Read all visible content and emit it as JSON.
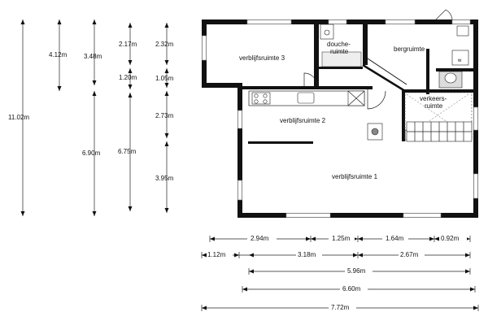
{
  "rooms": {
    "verblijfsruimte_3": "verblijfsruimte 3",
    "douche_line1": "douche-",
    "douche_line2": "ruimte",
    "bergruimte": "bergruimte",
    "verblijfsruimte_2": "verblijfsruimte 2",
    "verkeers_line1": "verkeers-",
    "verkeers_line2": "ruimte",
    "verblijfsruimte_1": "verblijfsruimte 1",
    "appliance_w": "w"
  },
  "vertical_dims": {
    "total": "11.02m",
    "col1_top": "4.12m",
    "col2_top": "3.48m",
    "col2_bottom": "6.90m",
    "col3_a": "2.17m",
    "col3_b": "1.20m",
    "col3_c": "6.75m",
    "col4_a": "2.32m",
    "col4_b": "1.05m",
    "col4_c": "2.73m",
    "col4_d": "3.95m"
  },
  "horizontal_dims": {
    "row1_a": "2.94m",
    "row1_b": "1.25m",
    "row1_c": "1.64m",
    "row1_d": "0.92m",
    "row2_a": "1.12m",
    "row2_b": "3.18m",
    "row2_c": "2.67m",
    "row3": "5.96m",
    "row4": "6.60m",
    "row5": "7.72m"
  }
}
